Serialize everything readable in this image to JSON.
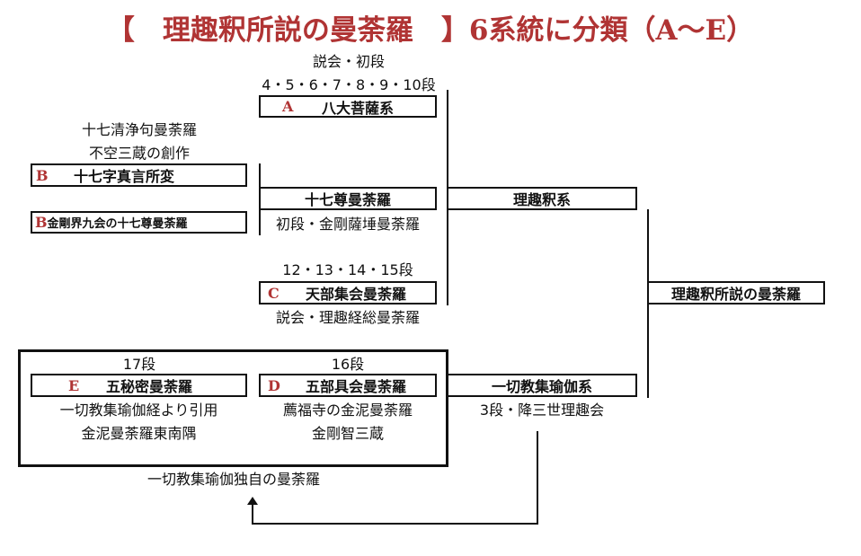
{
  "title": "【　理趣釈所説の曼荼羅　】6系統に分類（A～E）",
  "colors": {
    "accent": "#b03434",
    "line": "#111111"
  },
  "labels": {
    "sekkai_shodan": "説会・初段",
    "dan_4_10": "4・5・6・7・8・9・10段",
    "jushichi_line1": "十七清浄句曼荼羅",
    "jushichi_line2": "不空三蔵の創作",
    "shodan_kongo": "初段・金剛薩埵曼荼羅",
    "dan_12_15": "12・13・14・15段",
    "sekkai_rishu": "説会・理趣経総曼荼羅",
    "dan_17": "17段",
    "dan_16": "16段",
    "e_line1": "一切教集瑜伽経より引用",
    "e_line2": "金泥曼荼羅東南隅",
    "d_line1": "薦福寺の金泥曼荼羅",
    "d_line2": "金剛智三蔵",
    "sandan": "3段・降三世理趣会",
    "dokuji": "一切教集瑜伽独自の曼荼羅"
  },
  "boxes": {
    "a": {
      "letter": "A",
      "label": "八大菩薩系"
    },
    "b1": {
      "letter": "B",
      "label": "十七字真言所変"
    },
    "b2": {
      "letter": "B",
      "label": "金剛界九会の十七尊曼荼羅"
    },
    "jushichison": {
      "letter": "",
      "label": "十七尊曼荼羅"
    },
    "rishushaku": {
      "letter": "",
      "label": "理趣釈系"
    },
    "c": {
      "letter": "C",
      "label": "天部集会曼荼羅"
    },
    "root": {
      "letter": "",
      "label": "理趣釈所説の曼荼羅"
    },
    "e": {
      "letter": "E",
      "label": "五秘密曼荼羅"
    },
    "d": {
      "letter": "D",
      "label": "五部具会曼荼羅"
    },
    "issai": {
      "letter": "",
      "label": "一切教集瑜伽系"
    }
  }
}
